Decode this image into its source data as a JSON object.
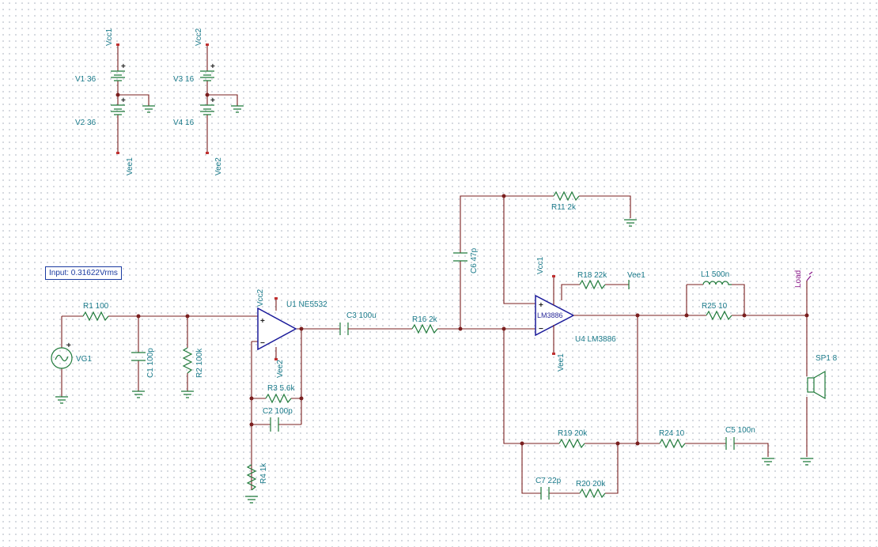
{
  "input_label": "Input: 0.31622Vrms",
  "supplies": {
    "v1": "V1 36",
    "v2": "V2 36",
    "v3": "V3 16",
    "v4": "V4 16",
    "vcc1": "Vcc1",
    "vee1": "Vee1",
    "vcc2": "Vcc2",
    "vee2": "Vee2"
  },
  "components": {
    "vg1": "VG1",
    "r1": "R1 100",
    "c1": "C1 100p",
    "r2": "R2 100k",
    "u1": "U1 NE5532",
    "u1_vcc": "Vcc2",
    "u1_vee": "Vee2",
    "r3": "R3 5.6k",
    "c2": "C2 100p",
    "r4": "R4 1k",
    "c3": "C3 100u",
    "r16": "R16 2k",
    "c6": "C6 47p",
    "r11": "R11 2k",
    "r18": "R18 22k",
    "r18_rail": "Vee1",
    "u4_vcc": "Vcc1",
    "u4_vee": "Vee1",
    "u4_inner": "LM3886",
    "u4": "U4 LM3886",
    "l1": "L1 500n",
    "r25": "R25 10",
    "load": "Load",
    "sp1": "SP1 8",
    "r19": "R19 20k",
    "r24": "R24 10",
    "c5": "C5 100n",
    "c7": "C7 22p",
    "r20": "R20 20k"
  },
  "colors": {
    "wire": "#7a1f1f",
    "component": "#1f7a3a",
    "opamp": "#1a1a9a",
    "label": "#1a7a8a",
    "probe": "#8a1a8a",
    "input_box": "#1a3aa0"
  }
}
